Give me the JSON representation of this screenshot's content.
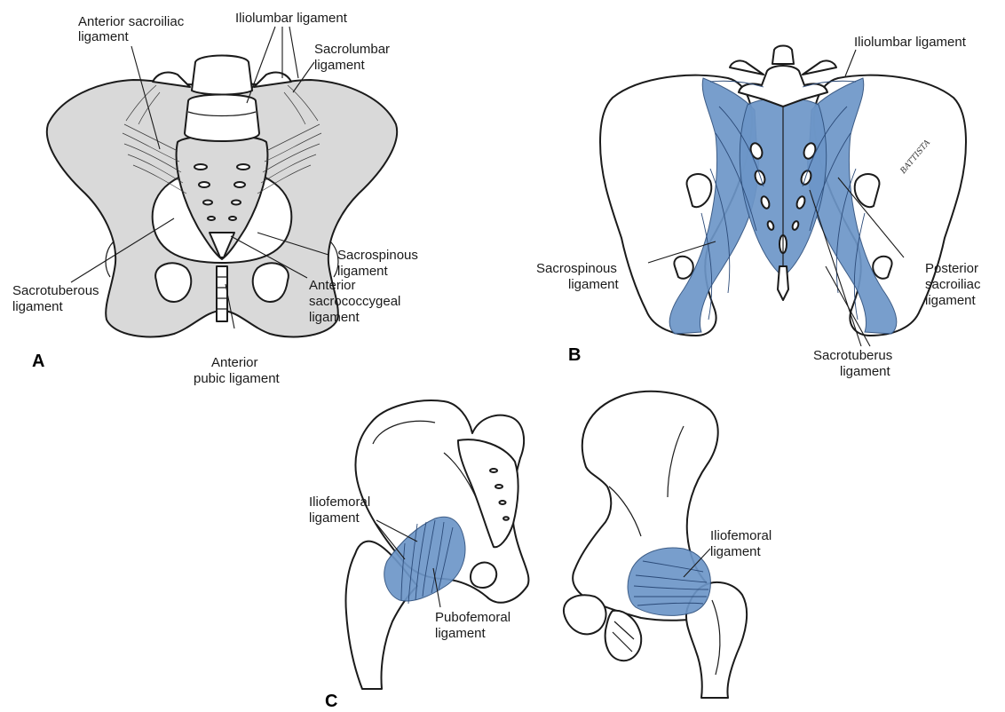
{
  "panels": {
    "a": "A",
    "b": "B",
    "c": "C"
  },
  "labels_a": {
    "anterior_sacroiliac_1": "Anterior sacroiliac",
    "anterior_sacroiliac_2": "ligament",
    "iliolumbar": "Iliolumbar ligament",
    "sacrolumbar_1": "Sacrolumbar",
    "sacrolumbar_2": "ligament",
    "sacrospinous_1": "Sacrospinous",
    "sacrospinous_2": "ligament",
    "sacrotuberous_1": "Sacrotuberous",
    "sacrotuberous_2": "ligament",
    "anterior_sacrococcygeal_1": "Anterior",
    "anterior_sacrococcygeal_2": "sacrococcygeal",
    "anterior_sacrococcygeal_3": "ligament",
    "anterior_pubic_1": "Anterior",
    "anterior_pubic_2": "pubic ligament"
  },
  "labels_b": {
    "iliolumbar": "Iliolumbar ligament",
    "sacrospinous_1": "Sacrospinous",
    "sacrospinous_2": "ligament",
    "posterior_sacroiliac_1": "Posterior",
    "posterior_sacroiliac_2": "sacroiliac",
    "posterior_sacroiliac_3": "ligament",
    "sacrotuberus_1": "Sacrotuberus",
    "sacrotuberus_2": "ligament",
    "signature": "BATTISTA"
  },
  "labels_c": {
    "iliofemoral_left_1": "Iliofemoral",
    "iliofemoral_left_2": "ligament",
    "pubofemoral_1": "Pubofemoral",
    "pubofemoral_2": "ligament",
    "iliofemoral_right_1": "Iliofemoral",
    "iliofemoral_right_2": "ligament"
  },
  "colors": {
    "ligament_blue": "#6d96c8",
    "bone_grey": "#d9d9d9",
    "outline": "#1b1b1b"
  }
}
